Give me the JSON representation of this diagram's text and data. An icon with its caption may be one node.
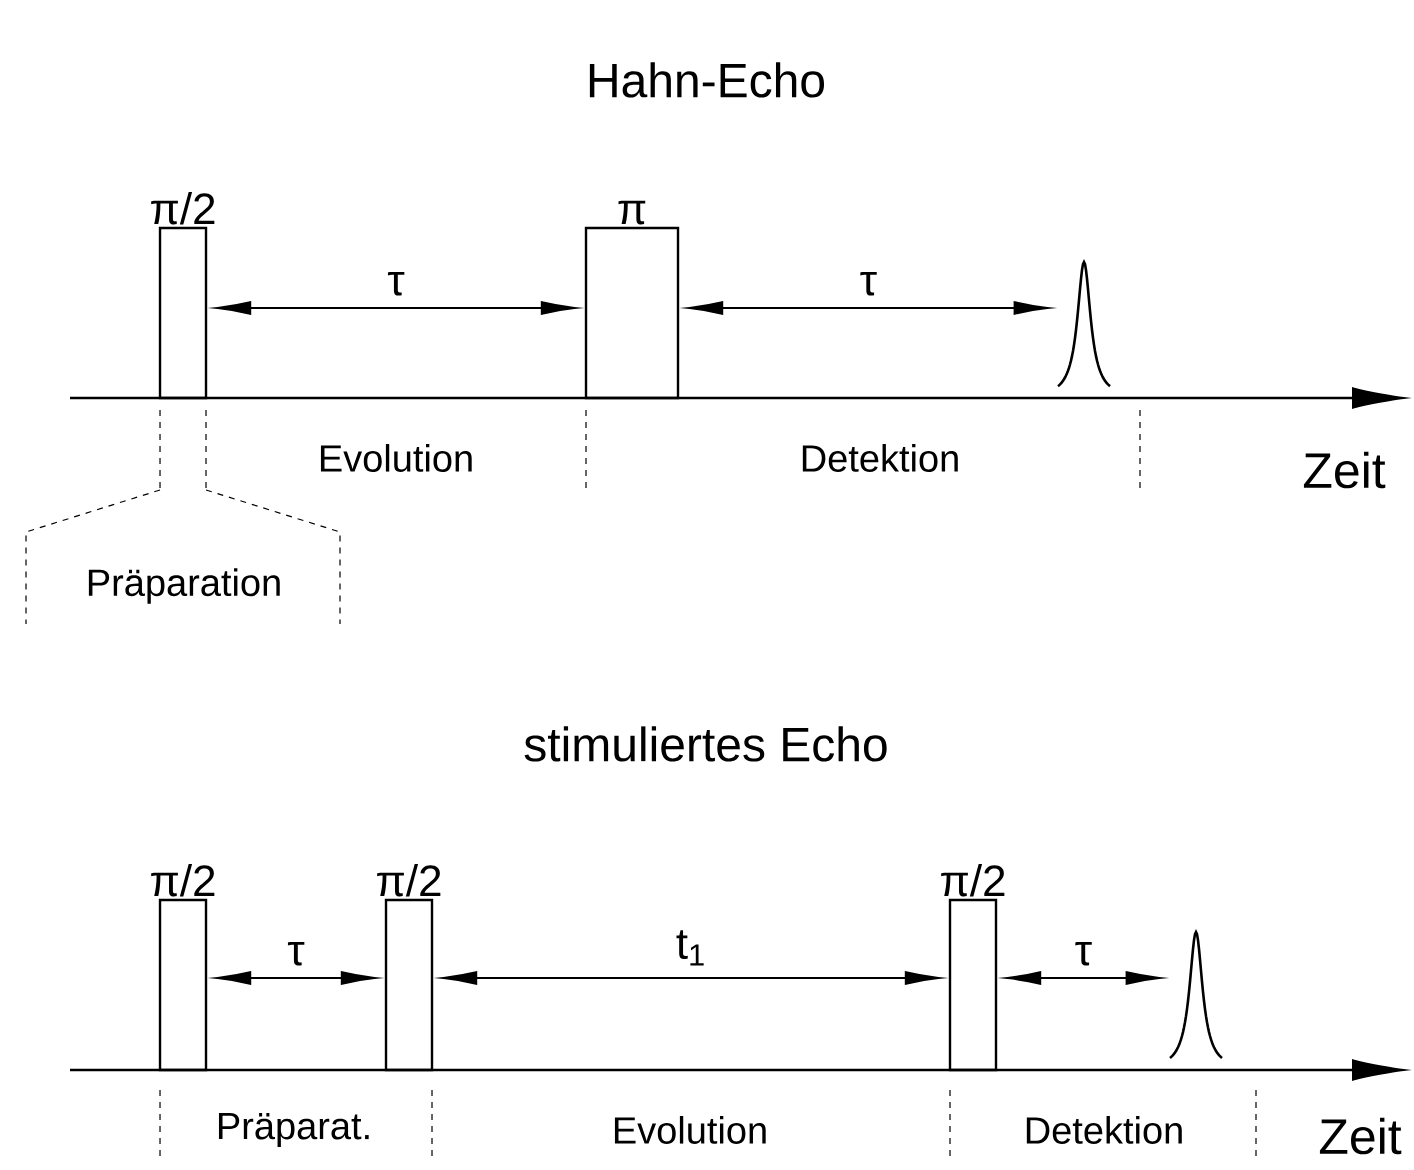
{
  "diagram": {
    "nodes": [
      {
        "text": [
          "π/2"
        ]
      },
      {
        "text": [
          "π"
        ]
      },
      {
        "text": [],
        "shape": "peak"
      },
      {
        "text": [
          "π/2"
        ]
      },
      {
        "text": [
          "π/2"
        ]
      },
      {
        "text": [
          "π/2"
        ]
      },
      {
        "text": [],
        "shape": "peak"
      }
    ],
    "edges": [
      {
        "from": 0,
        "to": 1,
        "arrow": "both",
        "label": "τ"
      },
      {
        "from": 1,
        "to": 2,
        "arrow": "both",
        "label": "τ"
      },
      {
        "from": 3,
        "to": 4,
        "arrow": "both",
        "label": "τ"
      },
      {
        "from": 4,
        "to": 5,
        "arrow": "both",
        "label": "t$_{1}$"
      },
      {
        "from": 5,
        "to": 6,
        "arrow": "both",
        "label": "τ"
      }
    ],
    "labels": [
      "Hahn-Echo",
      "Evolution",
      "Detektion",
      "Zeit",
      "Präparation",
      "stimuliertes Echo",
      "Präparat.",
      "Evolution",
      "Detektion",
      "Zeit"
    ]
  }
}
